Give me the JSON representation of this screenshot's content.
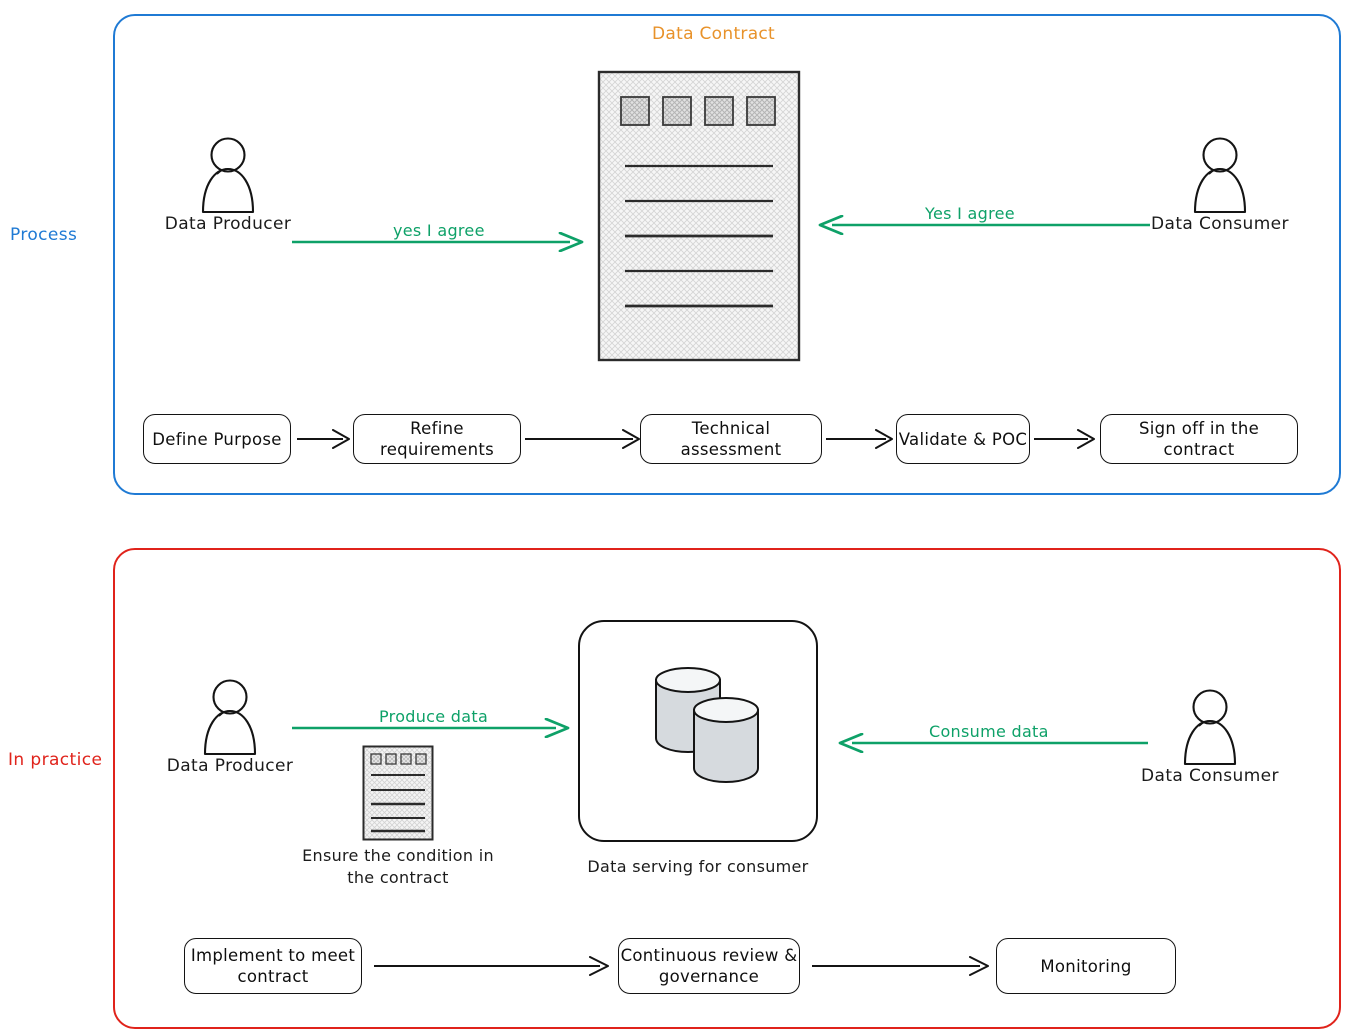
{
  "diagram": {
    "title_contract": "Data Contract",
    "sections": [
      {
        "id": "process",
        "side_label": "Process",
        "accent": "#1f7ad4",
        "actors": [
          {
            "name": "Data Producer",
            "icon": "person-icon",
            "side": "left"
          },
          {
            "name": "Data Consumer",
            "icon": "person-icon",
            "side": "right"
          }
        ],
        "flows": [
          {
            "label": "yes I agree",
            "direction": "right",
            "color": "#0ea168"
          },
          {
            "label": "Yes I agree",
            "direction": "left",
            "color": "#0ea168"
          }
        ],
        "center_object": {
          "icon": "document-icon",
          "title": "Data Contract",
          "squares": 4,
          "lines": 5
        },
        "steps": [
          "Define Purpose",
          "Refine requirements",
          "Technical assessment",
          "Validate & POC",
          "Sign off in the contract"
        ]
      },
      {
        "id": "in-practice",
        "side_label": "In practice",
        "accent": "#e0231b",
        "actors": [
          {
            "name": "Data Producer",
            "icon": "person-icon",
            "side": "left"
          },
          {
            "name": "Data Consumer",
            "icon": "person-icon",
            "side": "right"
          }
        ],
        "flows": [
          {
            "label": "Produce data",
            "direction": "right",
            "color": "#0ea168"
          },
          {
            "label": "Consume data",
            "direction": "left",
            "color": "#0ea168"
          }
        ],
        "contract_doc": {
          "icon": "document-icon",
          "caption": "Ensure the condition\nin the contract",
          "squares": 4,
          "lines": 5
        },
        "store": {
          "icon": "database-icon",
          "caption": "Data serving for consumer",
          "cylinders": 2
        },
        "steps": [
          "Implement to meet\ncontract",
          "Continuous review &\ngovernance",
          "Monitoring"
        ]
      }
    ],
    "colors": {
      "process_frame": "#1f7ad4",
      "practice_frame": "#e0231b",
      "flow_arrow": "#0ea168",
      "contract_title": "#e8922a",
      "stroke": "#131313",
      "doc_fill": "#f2f2f2",
      "cylinder_fill": "#d6dade"
    }
  }
}
